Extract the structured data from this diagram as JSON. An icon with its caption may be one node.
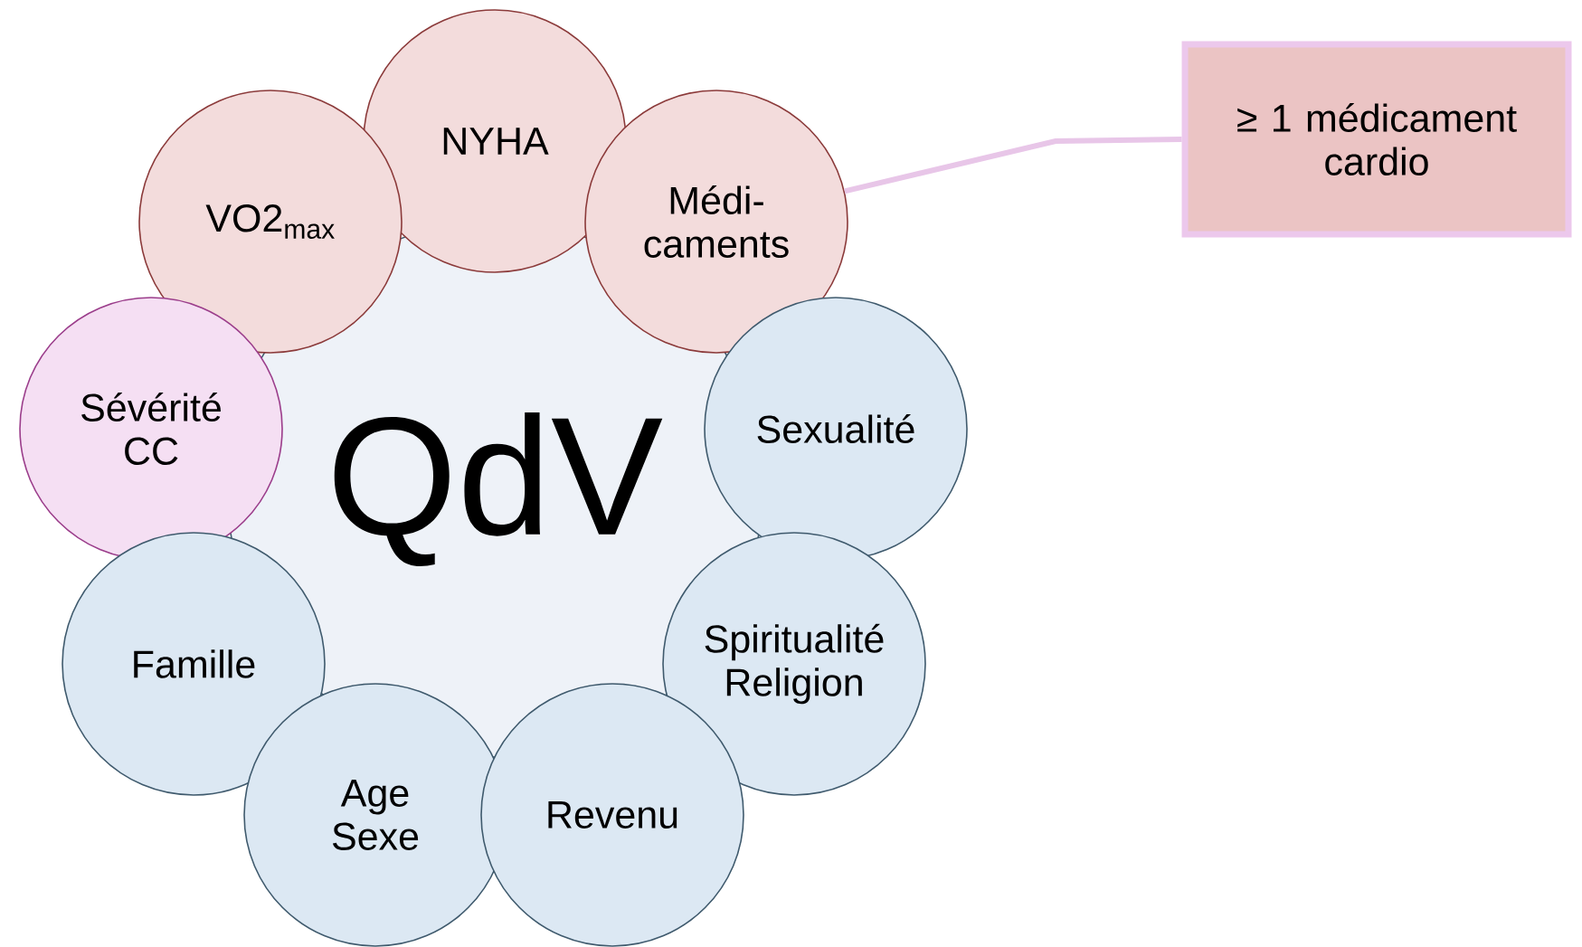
{
  "diagram": {
    "nodes": [
      {
        "text": [
          "QdV"
        ]
      },
      {
        "text": [
          "NYHA"
        ]
      },
      {
        "text": [
          "VO2$_{max}$"
        ]
      },
      {
        "text": [
          "Médi- caments"
        ]
      },
      {
        "text": [
          "Sévérité CC"
        ]
      },
      {
        "text": [
          "Sexualité"
        ]
      },
      {
        "text": [
          "Famille"
        ]
      },
      {
        "text": [
          "Spiritualité Religion"
        ]
      },
      {
        "text": [
          "Age Sexe"
        ]
      },
      {
        "text": [
          "Revenu"
        ]
      },
      {
        "text": [
          "≥ 1 médicament cardio"
        ]
      }
    ],
    "edges": [
      {
        "from": 10,
        "to": 3,
        "arrow": "none",
        "color": "#e8c6e8"
      }
    ]
  }
}
